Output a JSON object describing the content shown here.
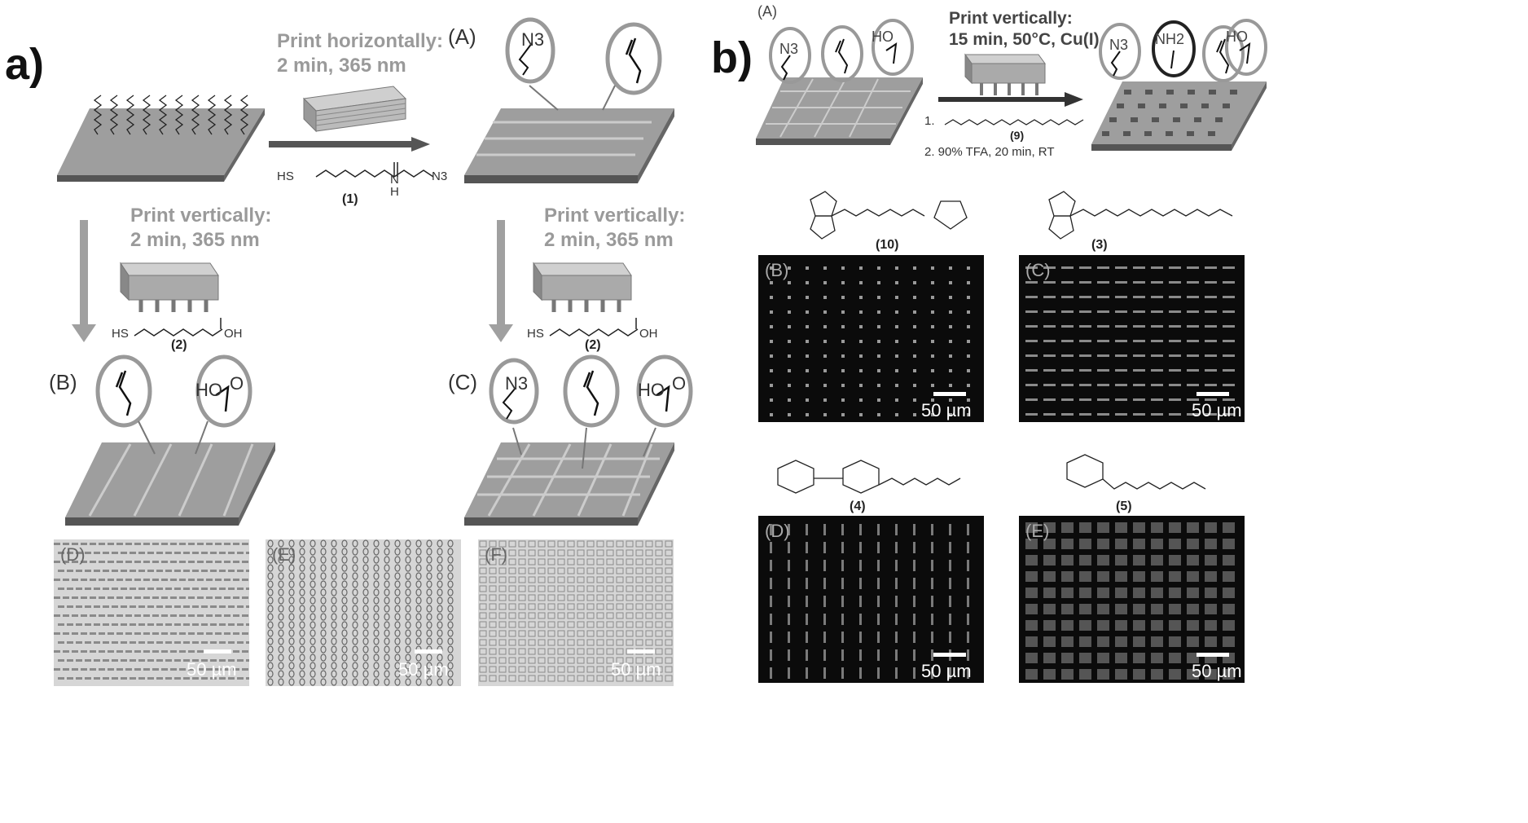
{
  "panels": {
    "a": {
      "letter": "a)",
      "step_horizontal": {
        "line1": "Print horizontally:",
        "line2": "2 min, 365 nm"
      },
      "step_vertical_left": {
        "line1": "Print vertically:",
        "line2": "2 min, 365 nm"
      },
      "step_vertical_right": {
        "line1": "Print vertically:",
        "line2": "2 min, 365 nm"
      },
      "compound_1": "(1)",
      "compound_2_left": "(2)",
      "compound_2_right": "(2)",
      "label_A": "(A)",
      "label_B": "(B)",
      "label_C": "(C)",
      "group_N3": "N3",
      "group_HO": "HO",
      "group_O": "O",
      "hs_1": "HS",
      "hs_2": "HS",
      "h_1": "H",
      "n_1": "N",
      "n3_1": "N3",
      "oh_2": "OH",
      "micrographs": [
        {
          "label": "(D)",
          "scale": "50 µm",
          "pattern": "dash-horizontal"
        },
        {
          "label": "(E)",
          "scale": "50 µm",
          "pattern": "dash-vertical"
        },
        {
          "label": "(F)",
          "scale": "50 µm",
          "pattern": "grid"
        }
      ]
    },
    "b": {
      "letter": "b)",
      "label_A": "(A)",
      "step_vertical": {
        "line1": "Print vertically:",
        "line2": "15 min, 50°C, Cu(I)"
      },
      "step1_prefix": "1.",
      "compound_9": "(9)",
      "step2": "2.  90% TFA, 20 min, RT",
      "group_NH2": "NH2",
      "compound_10": "(10)",
      "compound_3": "(3)",
      "compound_4": "(4)",
      "compound_5": "(5)",
      "micrographs": [
        {
          "label": "(B)",
          "scale": "50 µm",
          "pattern": "dots"
        },
        {
          "label": "(C)",
          "scale": "50 µm",
          "pattern": "dashes"
        },
        {
          "label": "(D)",
          "scale": "50 µm",
          "pattern": "vertical-dashes"
        },
        {
          "label": "(E)",
          "scale": "50 µm",
          "pattern": "squares"
        }
      ]
    }
  },
  "colors": {
    "arrow_dark": "#555555",
    "arrow_light": "#a0a0a0",
    "slide_top": "#a8a8a8",
    "micro_dark": "#0b0b0b",
    "micro_light": "#d8d8d8"
  }
}
